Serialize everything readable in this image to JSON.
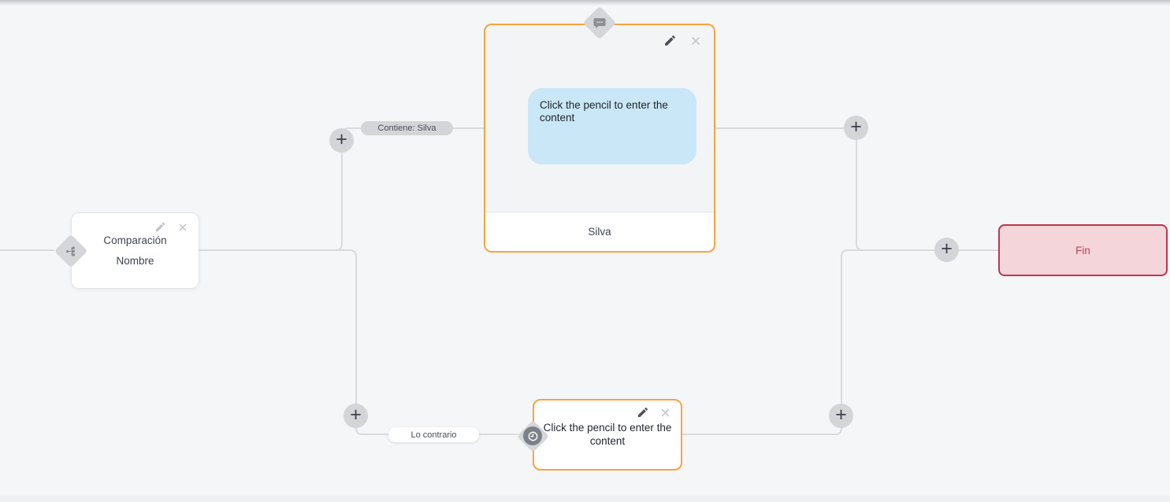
{
  "glyphs": {
    "plus": "+"
  },
  "colors": {
    "canvas_background": "#f5f6f8",
    "connector": "#d8dadd",
    "accent_orange": "#f8a43c",
    "bubble_background": "#c9e7f6",
    "end_border": "#bf3550",
    "end_background": "#f3d5da",
    "end_text": "#c24059"
  },
  "nodes": {
    "condition": {
      "title": "Comparación",
      "subtitle": "Nombre"
    },
    "message": {
      "content_placeholder": "Click the pencil to enter the content",
      "footer_label": "Silva"
    },
    "delay": {
      "content_placeholder": "Click the pencil to enter the content"
    },
    "end": {
      "label": "Fin"
    }
  },
  "edge_labels": {
    "condition_match": "Contiene: Silva",
    "condition_else": "Lo contrario"
  }
}
